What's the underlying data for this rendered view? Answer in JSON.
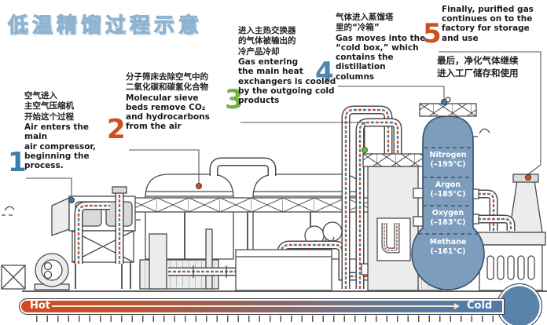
{
  "title": "低温精馏过程示意",
  "steps": [
    {
      "num": "1",
      "zh": "空气进入\n主空气压缩机\n开始这个过程",
      "en": "Air enters the main\nair compressor,\nbeginning the\nprocess."
    },
    {
      "num": "2",
      "zh": "分子筛床去除空气中的\n二氧化碳和碳氢化合物",
      "en": "Molecular sieve\nbeds remove CO₂\nand hydrocarbons\nfrom the air"
    },
    {
      "num": "3",
      "zh": "进入主热交换器\n的气体被输出的\n冷产品冷却",
      "en": "Gas entering\nthe main heat\nexchangers is cooled\nby the outgoing cold\nproducts"
    },
    {
      "num": "4",
      "zh": "气体进入蒸馏塔\n里的“冷箱”",
      "en": "Gas moves into the\n“cold box,” which\ncontains the distillation\ncolumns"
    },
    {
      "num": "5",
      "zh": "最后，净化气体继续\n进入工厂储存和使用",
      "en": "Finally, purified gas\ncontinues on to the\nfactory for storage\nand use"
    }
  ],
  "cold_box": {
    "labels": [
      {
        "gas": "Nitrogen",
        "temp": "(–195°C)"
      },
      {
        "gas": "Argon",
        "temp": "(–185°C)"
      },
      {
        "gas": "Oxygen",
        "temp": "(–183°C)"
      },
      {
        "gas": "Methane",
        "temp": "(–161°C)"
      }
    ]
  },
  "thermometer": {
    "hot_label": "Hot",
    "cold_label": "Cold"
  },
  "colors": {
    "step1": "#3c7ca8",
    "step2": "#d14f1e",
    "step3": "#76b043",
    "step4": "#4a86ad",
    "step5": "#d14f1e",
    "hot": "#d34a1d",
    "cold": "#4e7ba6",
    "cold_box_fill": "#7e9dbd",
    "title_blue": "#9dbcd6",
    "pipe_hot_dash": "#c8552c",
    "pipe_cold_dash": "#4a7fa5"
  }
}
